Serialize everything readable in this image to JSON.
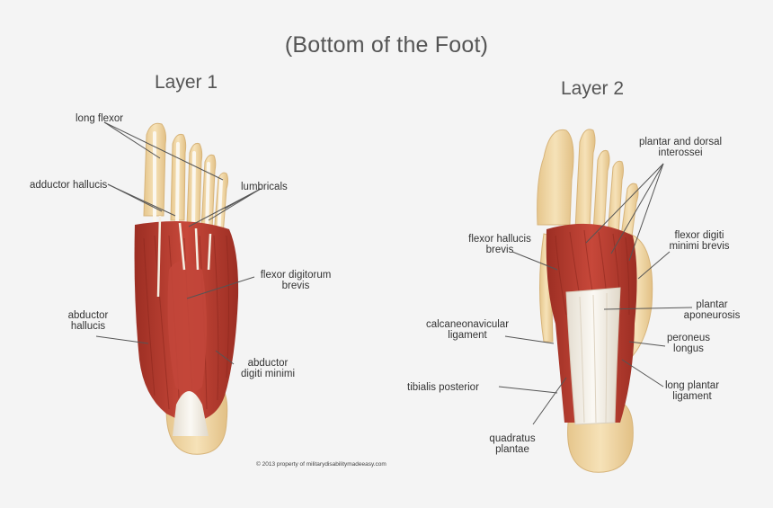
{
  "title": "(Bottom of the Foot)",
  "layer1": {
    "title": "Layer 1",
    "labels": {
      "long_flexor": "long flexor",
      "adductor_hallucis": "adductor hallucis",
      "lumbricals": "lumbricals",
      "flexor_digitorum_brevis_1": "flexor digitorum",
      "flexor_digitorum_brevis_2": "brevis",
      "abductor_hallucis_1": "abductor",
      "abductor_hallucis_2": "hallucis",
      "abductor_digiti_minimi_1": "abductor",
      "abductor_digiti_minimi_2": "digiti minimi"
    }
  },
  "layer2": {
    "title": "Layer 2",
    "labels": {
      "interossei_1": "plantar and dorsal",
      "interossei_2": "interossei",
      "flexor_hallucis_brevis_1": "flexor hallucis",
      "flexor_hallucis_brevis_2": "brevis",
      "flexor_digiti_minimi_1": "flexor digiti",
      "flexor_digiti_minimi_2": "minimi brevis",
      "plantar_aponeurosis_1": "plantar",
      "plantar_aponeurosis_2": "aponeurosis",
      "calcaneonavicular_1": "calcaneonavicular",
      "calcaneonavicular_2": "ligament",
      "peroneus_longus_1": "peroneus",
      "peroneus_longus_2": "longus",
      "tibialis_posterior": "tibialis posterior",
      "long_plantar_1": "long plantar",
      "long_plantar_2": "ligament",
      "quadratus_plantae_1": "quadratus",
      "quadratus_plantae_2": "plantae"
    }
  },
  "copyright": "© 2013 property of militarydisabilitymadeeasy.com",
  "colors": {
    "background": "#f4f4f4",
    "bone": "#f1d9a8",
    "bone_edge": "#d9b97f",
    "muscle": "#b53a2d",
    "muscle_dark": "#8e2a20",
    "muscle_light": "#d8685a",
    "tendon": "#f3efe6",
    "leader": "#555555"
  }
}
